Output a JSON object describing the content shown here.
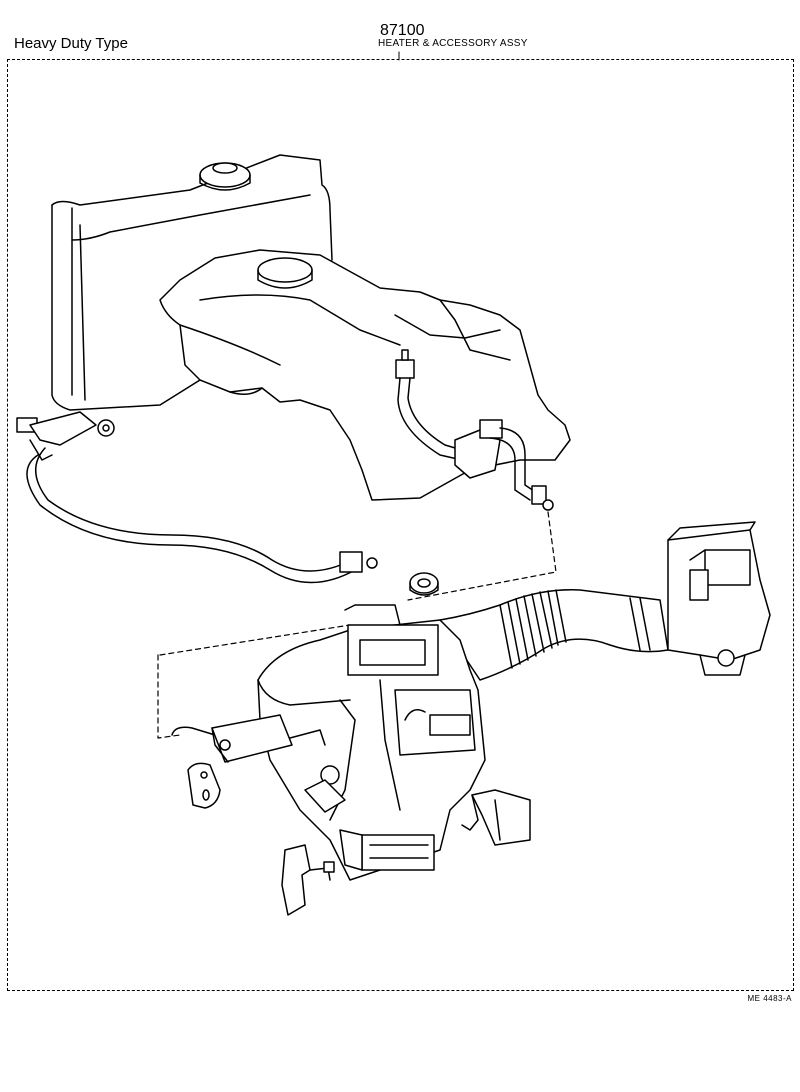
{
  "header": {
    "variant_label": "Heavy Duty Type",
    "part_number": "87100",
    "assembly_name": "HEATER & ACCESSORY ASSY"
  },
  "footer": {
    "reference_code": "ME 4483-A"
  }
}
